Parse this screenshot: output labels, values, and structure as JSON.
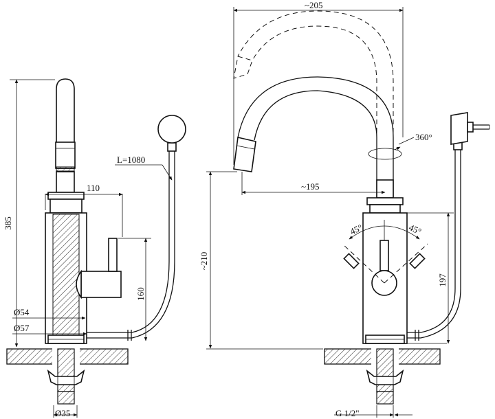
{
  "dimensions": {
    "d385": "385",
    "d110": "110",
    "d160": "160",
    "d54": "Ø54",
    "d57": "Ø57",
    "d35": "Ø35",
    "cable_length": "L=1080",
    "d205": "~205",
    "d195": "~195",
    "d210": "~210",
    "d197": "197",
    "rotation": "360°",
    "angle_left": "45°",
    "angle_right": "45°",
    "thread": "G 1/2\""
  },
  "colors": {
    "line": "#111111",
    "background": "#ffffff"
  }
}
